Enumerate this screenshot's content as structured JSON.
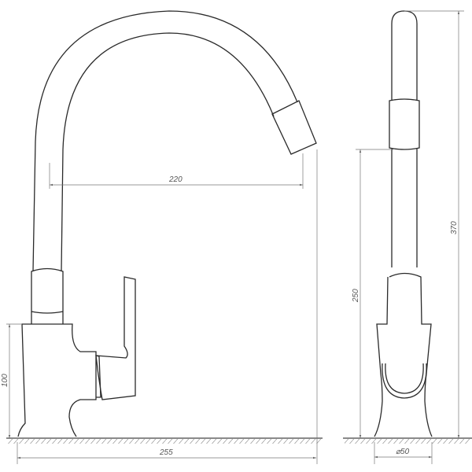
{
  "drawing": {
    "front_view": {
      "reach_label": "220",
      "base_length_label": "255",
      "body_height_label": "100"
    },
    "side_view": {
      "outlet_height_label": "250",
      "total_height_label": "370",
      "base_diameter_label": "⌀50"
    },
    "line_color": "#2a2a2a",
    "dimension_color": "#777777"
  }
}
